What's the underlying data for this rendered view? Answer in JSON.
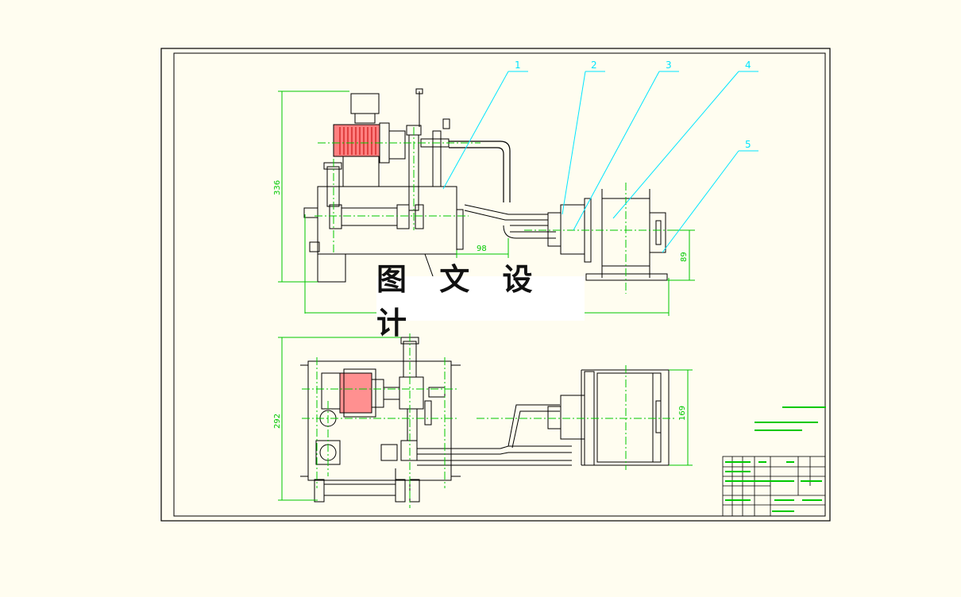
{
  "watermark": "图 文 设 计",
  "callouts": [
    "1",
    "2",
    "3",
    "4",
    "5"
  ],
  "dimensions": {
    "front_height": "336",
    "offset": "98",
    "drum_height": "89",
    "plan_height": "292",
    "drum_width": "169"
  },
  "colors": {
    "paper": "#fffdf0",
    "line": "#000000",
    "leader": "#00e5ff",
    "dimension": "#00c800",
    "centerline": "#00c800",
    "motor": "#ff3030"
  }
}
